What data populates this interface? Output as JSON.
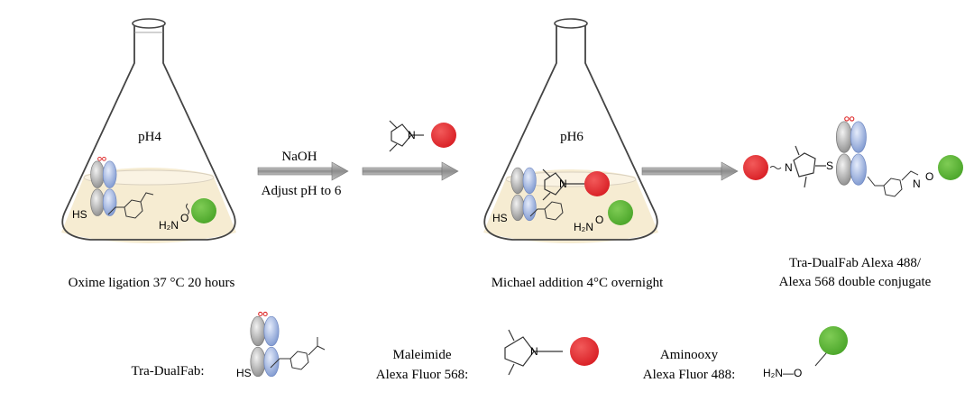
{
  "flask1": {
    "ph_label": "pH4",
    "caption": "Oxime ligation 37 °C 20 hours"
  },
  "step1": {
    "reagent_label": "NaOH",
    "condition_label": "Adjust pH to 6"
  },
  "flask2": {
    "ph_label": "pH6",
    "caption": "Michael addition 4°C overnight"
  },
  "product": {
    "caption_line1": "Tra-DualFab  Alexa 488/",
    "caption_line2": "Alexa 568  double conjugate"
  },
  "legend": {
    "dualfab_label": "Tra-DualFab:",
    "maleimide_line1": "Maleimide",
    "maleimide_line2": "Alexa Fluor 568:",
    "aminooxy_line1": "Aminooxy",
    "aminooxy_line2": "Alexa Fluor 488:"
  },
  "chem": {
    "thiol": "HS",
    "sulfur": "S",
    "nitrogen": "N",
    "oxygen": "O",
    "amine": "H₂N",
    "amine_oxy": "H₂N—O",
    "squiggle": "§"
  },
  "colors": {
    "alexa568": "#e8252e",
    "alexa488": "#5cb130",
    "fab_grey": "#b8b8b8",
    "fab_blue": "#9ab0dd",
    "arrow": "#9a9a9a",
    "liquid": "#f6ecd2"
  }
}
